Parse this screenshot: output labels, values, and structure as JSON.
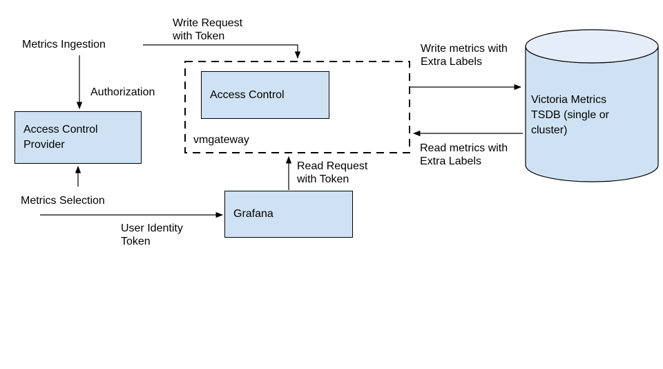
{
  "diagram": {
    "nodes": {
      "access_control_provider": {
        "label": "Access Control\nProvider"
      },
      "access_control": {
        "label": "Access Control"
      },
      "grafana": {
        "label": "Grafana"
      },
      "vmgateway_group": {
        "label": "vmgateway"
      },
      "tsdb": {
        "label": "Victoria Metrics\nTSDB (single or\ncluster)"
      }
    },
    "annotations": {
      "metrics_ingestion": "Metrics Ingestion",
      "write_request": "Write Request\nwith Token",
      "authorization": "Authorization",
      "read_request": "Read Request\nwith Token",
      "metrics_selection": "Metrics Selection",
      "user_identity_token": "User Identity\nToken",
      "write_metrics": "Write metrics with\nExtra Labels",
      "read_metrics": "Read metrics with\nExtra Labels"
    },
    "colors": {
      "node_fill": "#cfe2f3",
      "cylinder_top_fill": "#e4edf8",
      "stroke": "#000000",
      "text": "#000000",
      "background": "#ffffff"
    }
  }
}
